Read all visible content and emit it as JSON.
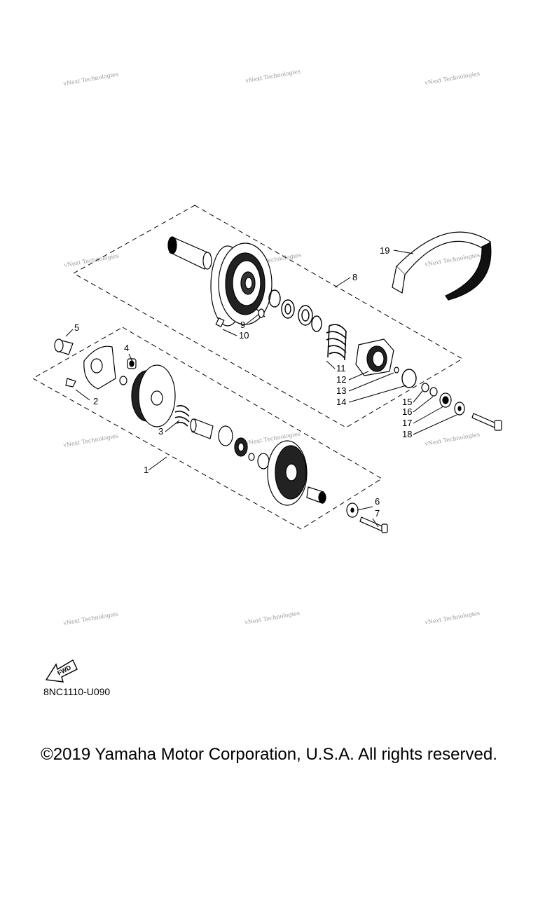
{
  "watermark": {
    "text": "vNext Technologies",
    "color": "#9a9a9a"
  },
  "callouts": [
    "1",
    "2",
    "3",
    "4",
    "5",
    "6",
    "7",
    "8",
    "9",
    "10",
    "11",
    "12",
    "13",
    "14",
    "15",
    "16",
    "17",
    "18",
    "19"
  ],
  "fwd_label": "FWD",
  "diagram_code": "8NC1110-U090",
  "copyright": "©2019 Yamaha Motor Corporation, U.S.A. All rights reserved."
}
